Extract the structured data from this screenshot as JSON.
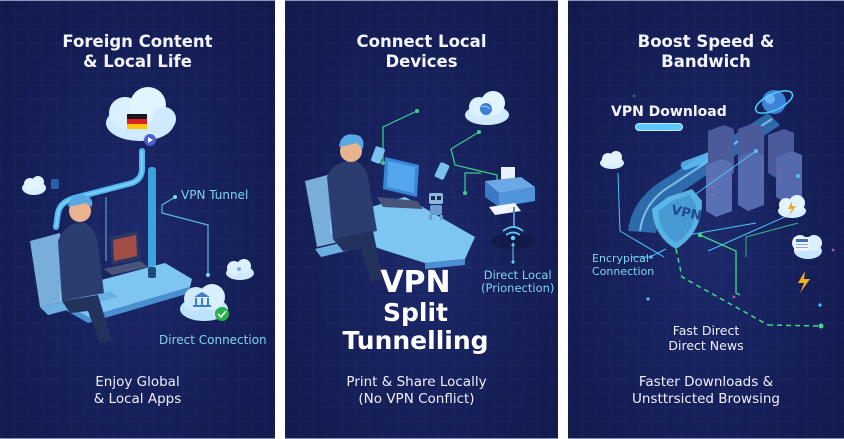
{
  "panels": [
    {
      "title_line1": "Foreign Content",
      "title_line2": "& Local Life",
      "labels": {
        "vpn_tunnel": "VPN Tunnel",
        "direct_connection": "Direct Connection"
      },
      "footer_line1": "Enjoy Global",
      "footer_line2": "& Local Apps",
      "icons": [
        "cloud-germany-flag-icon",
        "play-icon",
        "lock-icon",
        "bank-icon",
        "check-icon",
        "person-laptop-illustration"
      ]
    },
    {
      "title_line1": "Connect Local",
      "title_line2": "Devices",
      "labels": {
        "direct_local_line1": "Direct Local",
        "direct_local_line2": "(Prionection)"
      },
      "center_title_line1": "VPN",
      "center_title_line2": "Split",
      "center_title_line3": "Tunnelling",
      "footer_line1": "Print & Share Locally",
      "footer_line2": "(No VPN Conflict)",
      "icons": [
        "cloud-globe-icon",
        "printer-icon",
        "wifi-icon",
        "robot-icon",
        "phone-icon",
        "person-laptop-illustration"
      ]
    },
    {
      "title_line1": "Boost Speed &",
      "title_line2": "Bandwich",
      "labels": {
        "vpn_download": "VPN Download",
        "encryption_line1": "Encrypical",
        "encryption_line2": "Connection",
        "shield_text": "VPN",
        "fast_line1": "Fast Direct",
        "fast_line2": "Direct News"
      },
      "footer_line1": "Faster Downloads &",
      "footer_line2": "Unsttrsicted Browsing",
      "icons": [
        "globe-icon",
        "server-rack-icon",
        "shield-icon",
        "cloud-lightning-icon",
        "cloud-news-icon",
        "lightning-icon",
        "cloud-icon"
      ]
    }
  ],
  "colors": {
    "panel_bg": "#16205a",
    "accent_cyan": "#4fc3f7",
    "line_green": "#3ddc84",
    "label_cyan": "#7fd4f0",
    "text_white": "#f4f6ff"
  }
}
